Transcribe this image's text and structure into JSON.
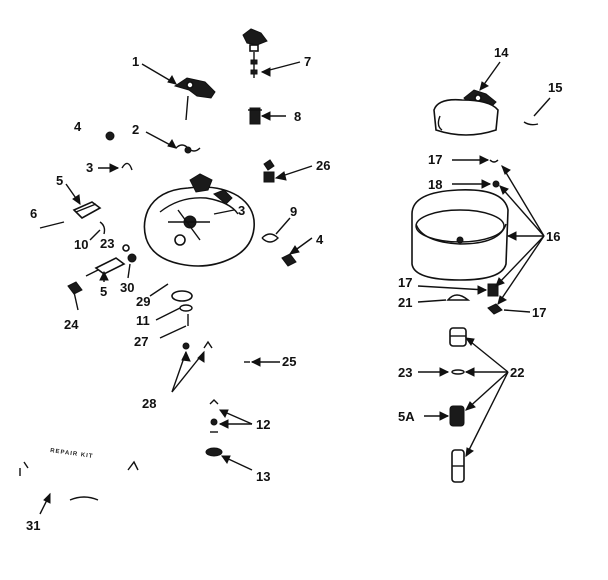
{
  "labels": {
    "l1": "1",
    "l2": "2",
    "l3": "3",
    "l3b": "3",
    "l4a": "4",
    "l4b": "4",
    "l5a": "5",
    "l5b": "5",
    "l6": "6",
    "l7": "7",
    "l8": "8",
    "l9": "9",
    "l10": "10",
    "l11": "11",
    "l12": "12",
    "l13": "13",
    "l14": "14",
    "l15": "15",
    "l16": "16",
    "l17a": "17",
    "l17b": "17",
    "l17c": "17",
    "l18": "18",
    "l21": "21",
    "l22": "22",
    "l23a": "23",
    "l23b": "23",
    "l24": "24",
    "l25": "25",
    "l26": "26",
    "l27": "27",
    "l28": "28",
    "l29": "29",
    "l30": "30",
    "l31": "31",
    "l5A": "5A"
  },
  "repair_kit_text": "REPAIR KIT"
}
